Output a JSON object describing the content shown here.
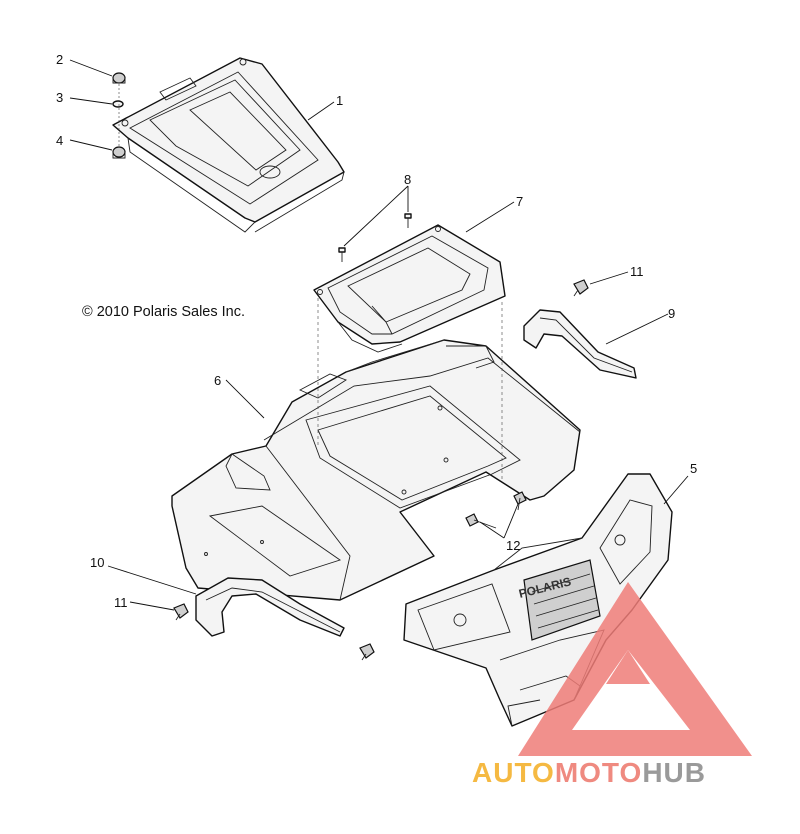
{
  "copyright": "© 2010 Polaris Sales Inc.",
  "callouts": [
    "1",
    "2",
    "3",
    "4",
    "5",
    "6",
    "7",
    "8",
    "9",
    "10",
    "11",
    "11",
    "12"
  ],
  "grille_brand": "POLARIS",
  "watermark": {
    "auto": "AUTO",
    "moto": "MOTO",
    "hub": "HUB",
    "colors": {
      "auto": "#f5b942",
      "moto": "#ef8a80",
      "hub": "#9a9a9a",
      "triangle": "#ef7d78"
    }
  }
}
